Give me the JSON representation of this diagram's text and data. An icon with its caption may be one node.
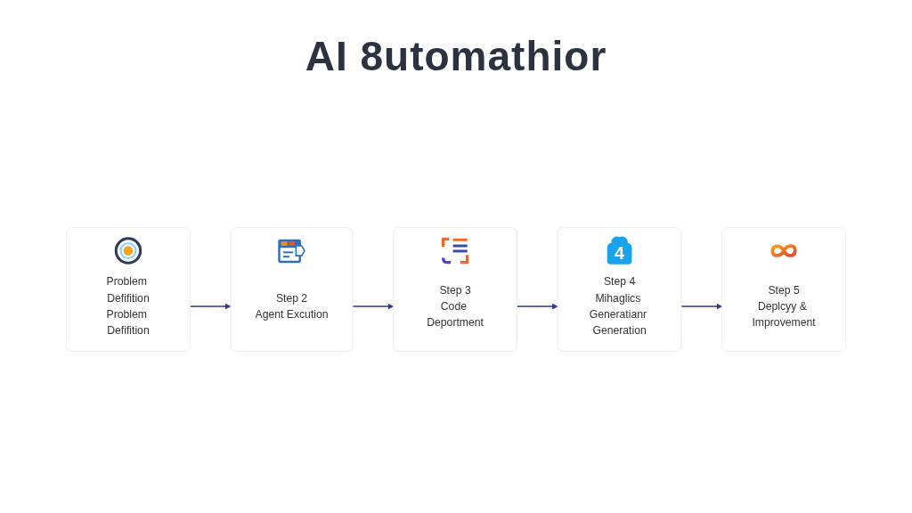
{
  "diagram": {
    "title": "AI 8utomathior",
    "nodes": [
      {
        "text": [
          "Problem Defifition",
          "Problem Defifition"
        ]
      },
      {
        "text": [
          "Step 2",
          "Agent Excution"
        ]
      },
      {
        "text": [
          "Step 3",
          "Code Deportment"
        ]
      },
      {
        "text": [
          "Step 4",
          "Mihaglics Generatianr Generation"
        ]
      },
      {
        "text": [
          "Step 5",
          "Deplcyy & Improvement"
        ]
      }
    ],
    "edges": [
      {
        "from": 0,
        "to": 1,
        "arrow": "to"
      },
      {
        "from": 1,
        "to": 2,
        "arrow": "to"
      },
      {
        "from": 2,
        "to": 3,
        "arrow": "to"
      },
      {
        "from": 3,
        "to": 4,
        "arrow": "to"
      }
    ],
    "labels": [
      "4"
    ]
  }
}
